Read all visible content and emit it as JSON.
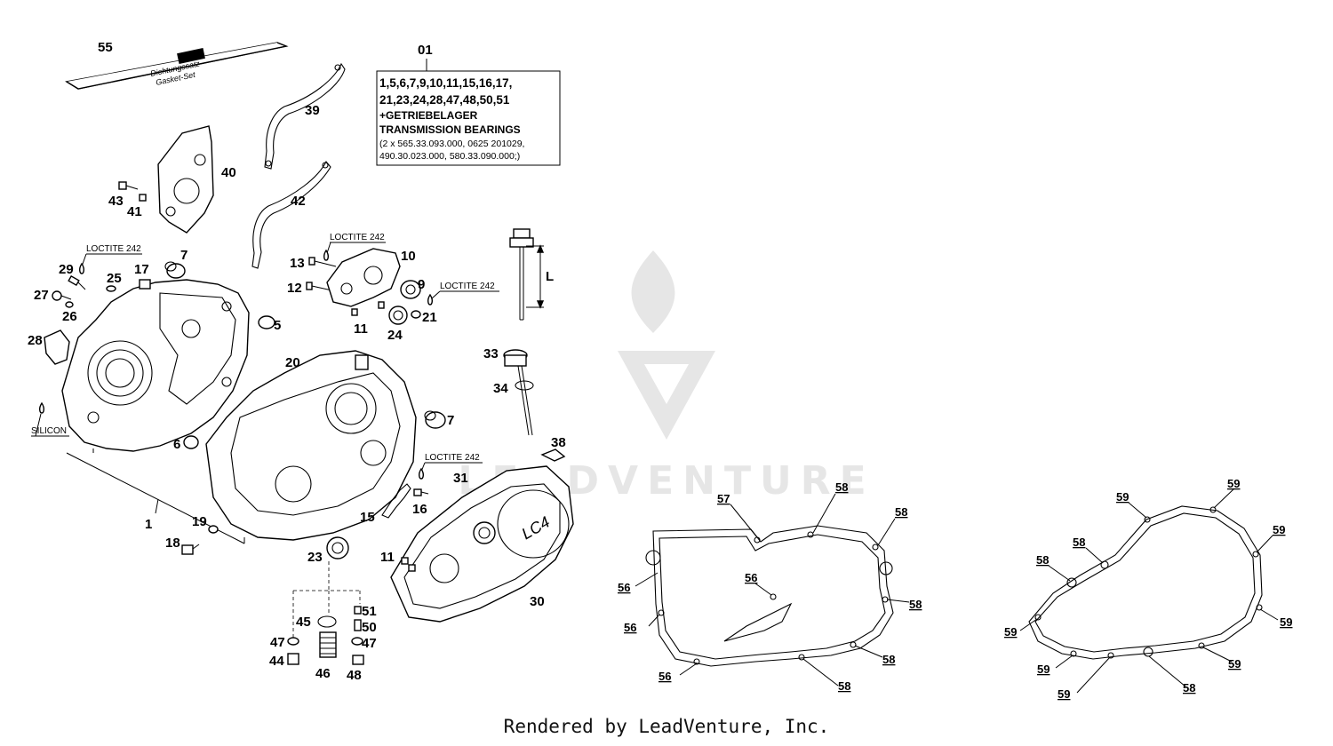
{
  "callout_box": {
    "number": "01",
    "lines": [
      "1,5,6,7,9,10,11,15,16,17,",
      "21,23,24,28,47,48,50,51",
      "+GETRIEBELAGER",
      "TRANSMISSION BEARINGS"
    ],
    "sublines": [
      "(2 x 565.33.093.000, 0625 201029,",
      "490.30.023.000, 580.33.090.000;)"
    ]
  },
  "notes": {
    "loctite_1": "LOCTITE 242",
    "loctite_2": "LOCTITE 242",
    "loctite_3": "LOCTITE 242",
    "loctite_4": "LOCTITE 242",
    "silicon": "SILICON",
    "length": "L"
  },
  "manual": {
    "line1": "Dichtungssatz",
    "line2": "Gasket-Set"
  },
  "parts": {
    "p55": "55",
    "p39": "39",
    "p40": "40",
    "p42": "42",
    "p43": "43",
    "p41": "41",
    "p7a": "7",
    "p29": "29",
    "p25": "25",
    "p17": "17",
    "p27": "27",
    "p26": "26",
    "p28": "28",
    "p5": "5",
    "p13": "13",
    "p10": "10",
    "p12": "12",
    "p9": "9",
    "p21": "21",
    "p11a": "11",
    "p24": "24",
    "p20": "20",
    "p7b": "7",
    "p6": "6",
    "p33": "33",
    "p34": "34",
    "p38": "38",
    "p31": "31",
    "p16": "16",
    "p15": "15",
    "p1": "1",
    "p19": "19",
    "p18": "18",
    "p23": "23",
    "p11b": "11",
    "p30": "30",
    "p45": "45",
    "p51": "51",
    "p50": "50",
    "p47a": "47",
    "p47b": "47",
    "p44": "44",
    "p46": "46",
    "p48": "48"
  },
  "gasket_labels": {
    "g57": "57",
    "g58a": "58",
    "g58b": "58",
    "g56a": "56",
    "g56b": "56",
    "g58c": "58",
    "g56c": "56",
    "g58d": "58",
    "g56d": "56",
    "g58e": "58",
    "h59a": "59",
    "h59b": "59",
    "h58a": "58",
    "h58b": "58",
    "h59c": "59",
    "h59d": "59",
    "h59e": "59",
    "h59f": "59",
    "h59g": "59",
    "h59h": "59",
    "h58c": "58"
  },
  "watermark": "LEADVENTURE",
  "footer": "Rendered by LeadVenture, Inc."
}
